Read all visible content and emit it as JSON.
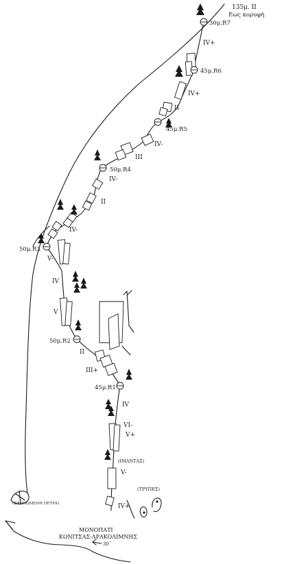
{
  "summit": {
    "line1": "135μ. II",
    "line2": "Εως κορυφή"
  },
  "belays": [
    {
      "label": "30μ.R7"
    },
    {
      "label": "45μ.R6"
    },
    {
      "label": "45μ.R5"
    },
    {
      "label": "50μ.R4"
    },
    {
      "label": "50μ.R3"
    },
    {
      "label": "50μ.R2"
    },
    {
      "label": "45μ.R1"
    }
  ],
  "grades": [
    "IV+",
    "IV+",
    "II",
    "IV-",
    "III",
    "IV-",
    "II",
    "IV-",
    "V-",
    "IV",
    "V",
    "II",
    "III+",
    "IV",
    "VI-",
    "V+",
    "V-",
    "IV+"
  ],
  "features": {
    "strap": "(ΙΜΑΝΤΑΣ)",
    "holes": "(ΤΡΥΠΕΣ)",
    "wedged_rock": "(ΣΦΗΝΩΜΕΝΗ ΠΕΤΡΑ)"
  },
  "trail": {
    "line1": "ΜΟΝΟΠΑΤΙ",
    "line2": "ΚΟΝΙΤΣΑΣ-ΔΡΑΚΟΛΙΜΝΗΣ",
    "time": "30΄"
  }
}
